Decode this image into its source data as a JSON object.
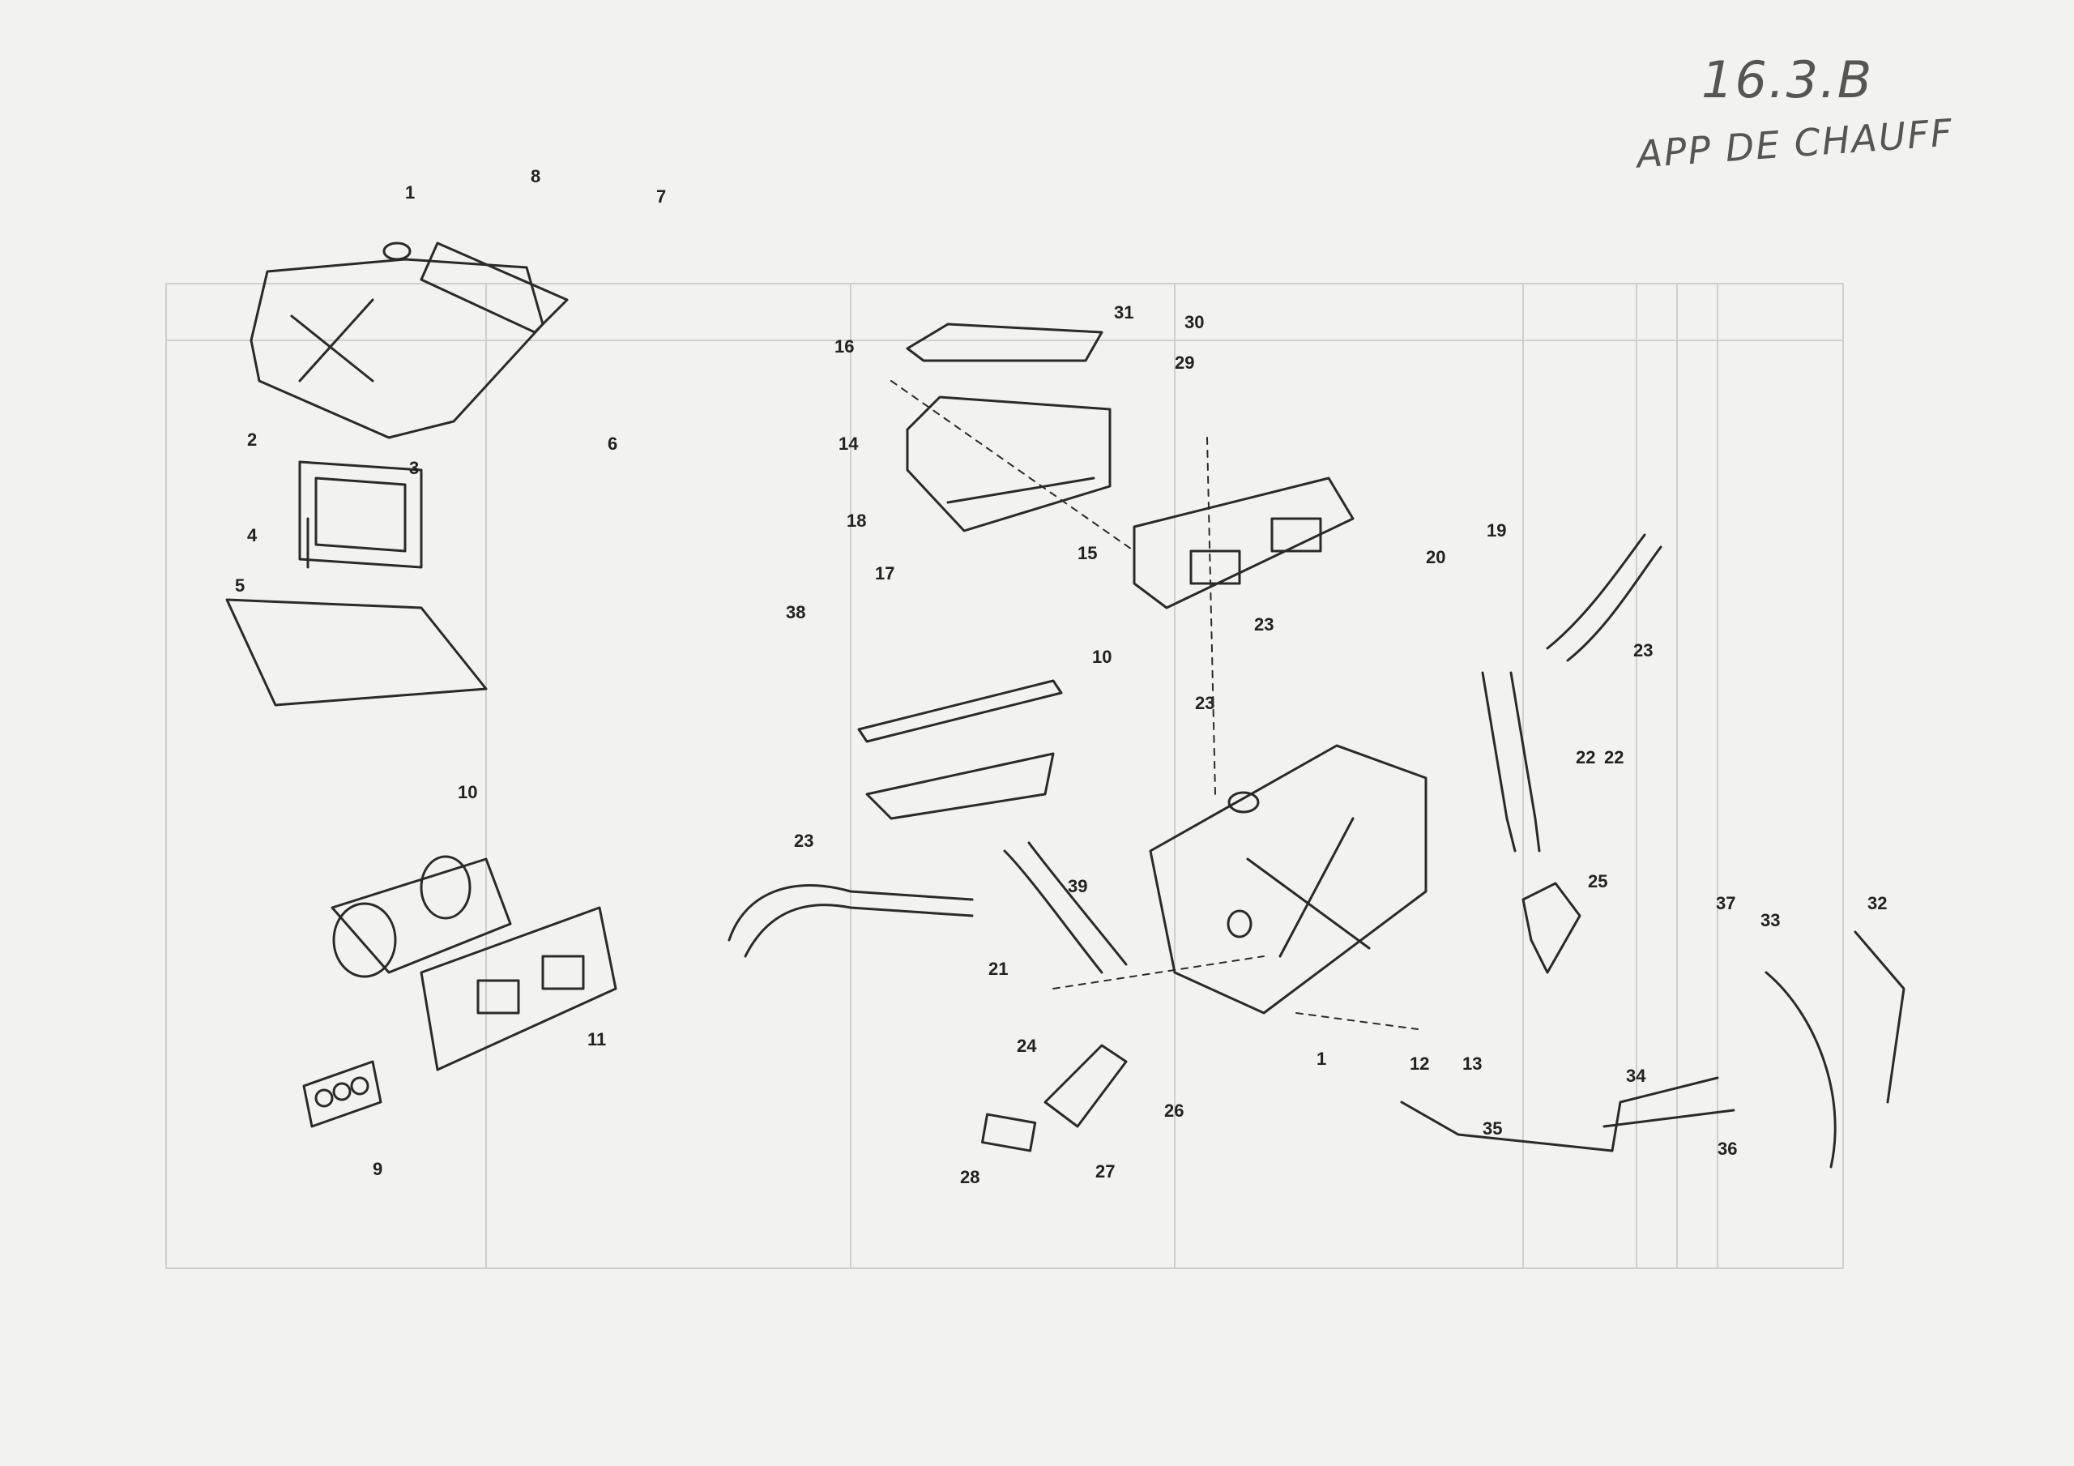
{
  "page": {
    "number": "16.3.B",
    "label": "APP DE CHAUFF"
  },
  "callouts": [
    "1",
    "2",
    "3",
    "4",
    "5",
    "6",
    "7",
    "8",
    "9",
    "10",
    "10",
    "11",
    "12",
    "13",
    "14",
    "15",
    "16",
    "17",
    "18",
    "19",
    "20",
    "21",
    "22",
    "22",
    "23",
    "23",
    "23",
    "23",
    "24",
    "25",
    "26",
    "27",
    "28",
    "29",
    "30",
    "31",
    "32",
    "33",
    "34",
    "35",
    "36",
    "37",
    "38",
    "39",
    "1"
  ],
  "colors": {
    "ink": "#2a2a2a",
    "paper": "#f2f2f0",
    "ghost": "#c4c4c4"
  }
}
